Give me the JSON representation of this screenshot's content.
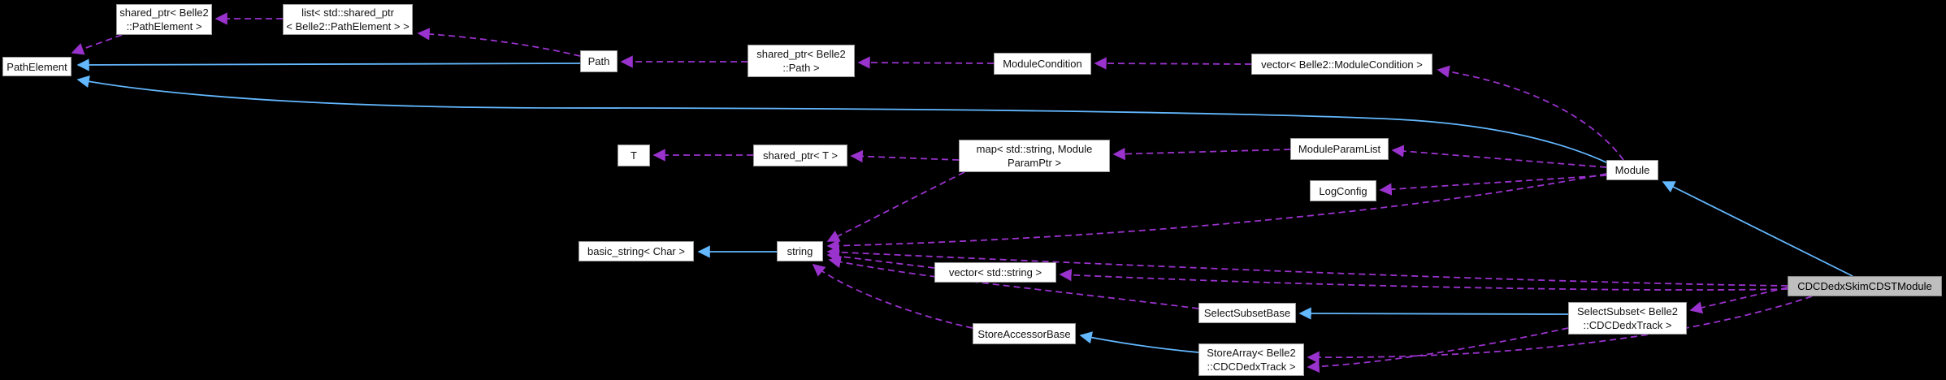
{
  "diagram": {
    "type": "class-collaboration-graph",
    "colors": {
      "background": "#000000",
      "node_fill": "#ffffff",
      "node_border": "#9b9b9b",
      "main_node_fill": "#bebebe",
      "inheritance_edge": "#63b8ff",
      "usage_edge": "#9a32cd"
    },
    "nodes": {
      "pathelement": {
        "label": "PathElement"
      },
      "sptr_pe": {
        "label": "shared_ptr< Belle2\n::PathElement >"
      },
      "list_pe": {
        "label": "list< std::shared_ptr\n< Belle2::PathElement > >"
      },
      "path": {
        "label": "Path"
      },
      "sptr_path": {
        "label": "shared_ptr< Belle2\n::Path >"
      },
      "modcond": {
        "label": "ModuleCondition"
      },
      "vec_modcond": {
        "label": "vector< Belle2::ModuleCondition >"
      },
      "t": {
        "label": "T"
      },
      "sptr_t": {
        "label": "shared_ptr< T >"
      },
      "map": {
        "label": "map< std::string, Module\nParamPtr >"
      },
      "mpl": {
        "label": "ModuleParamList"
      },
      "logconfig": {
        "label": "LogConfig"
      },
      "module": {
        "label": "Module"
      },
      "basic_string": {
        "label": "basic_string< Char >"
      },
      "string": {
        "label": "string"
      },
      "vec_string": {
        "label": "vector< std::string >"
      },
      "sab": {
        "label": "StoreAccessorBase"
      },
      "ssb": {
        "label": "SelectSubsetBase"
      },
      "storearray": {
        "label": "StoreArray< Belle2\n::CDCDedxTrack >"
      },
      "selectsubset": {
        "label": "SelectSubset< Belle2\n::CDCDedxTrack >"
      },
      "main": {
        "label": "CDCDedxSkimCDSTModule"
      }
    },
    "edges": [
      {
        "from": "path",
        "to": "pathelement",
        "type": "inheritance"
      },
      {
        "from": "module",
        "to": "pathelement",
        "type": "inheritance"
      },
      {
        "from": "string",
        "to": "basic_string",
        "type": "inheritance"
      },
      {
        "from": "storearray",
        "to": "sab",
        "type": "inheritance"
      },
      {
        "from": "selectsubset",
        "to": "ssb",
        "type": "inheritance"
      },
      {
        "from": "main",
        "to": "module",
        "type": "inheritance"
      },
      {
        "from": "sptr_pe",
        "to": "pathelement",
        "type": "usage"
      },
      {
        "from": "list_pe",
        "to": "sptr_pe",
        "type": "usage"
      },
      {
        "from": "path",
        "to": "list_pe",
        "type": "usage"
      },
      {
        "from": "sptr_path",
        "to": "path",
        "type": "usage"
      },
      {
        "from": "modcond",
        "to": "sptr_path",
        "type": "usage"
      },
      {
        "from": "vec_modcond",
        "to": "modcond",
        "type": "usage"
      },
      {
        "from": "module",
        "to": "vec_modcond",
        "type": "usage"
      },
      {
        "from": "module",
        "to": "mpl",
        "type": "usage"
      },
      {
        "from": "module",
        "to": "logconfig",
        "type": "usage"
      },
      {
        "from": "mpl",
        "to": "map",
        "type": "usage"
      },
      {
        "from": "map",
        "to": "sptr_t",
        "type": "usage"
      },
      {
        "from": "sptr_t",
        "to": "t",
        "type": "usage"
      },
      {
        "from": "map",
        "to": "string",
        "type": "usage"
      },
      {
        "from": "module",
        "to": "string",
        "type": "usage"
      },
      {
        "from": "main",
        "to": "string",
        "type": "usage"
      },
      {
        "from": "vec_string",
        "to": "string",
        "type": "usage"
      },
      {
        "from": "ssb",
        "to": "string",
        "type": "usage"
      },
      {
        "from": "sab",
        "to": "string",
        "type": "usage"
      },
      {
        "from": "main",
        "to": "vec_string",
        "type": "usage"
      },
      {
        "from": "main",
        "to": "selectsubset",
        "type": "usage"
      },
      {
        "from": "main",
        "to": "storearray",
        "type": "usage"
      },
      {
        "from": "selectsubset",
        "to": "storearray",
        "type": "usage"
      }
    ]
  }
}
